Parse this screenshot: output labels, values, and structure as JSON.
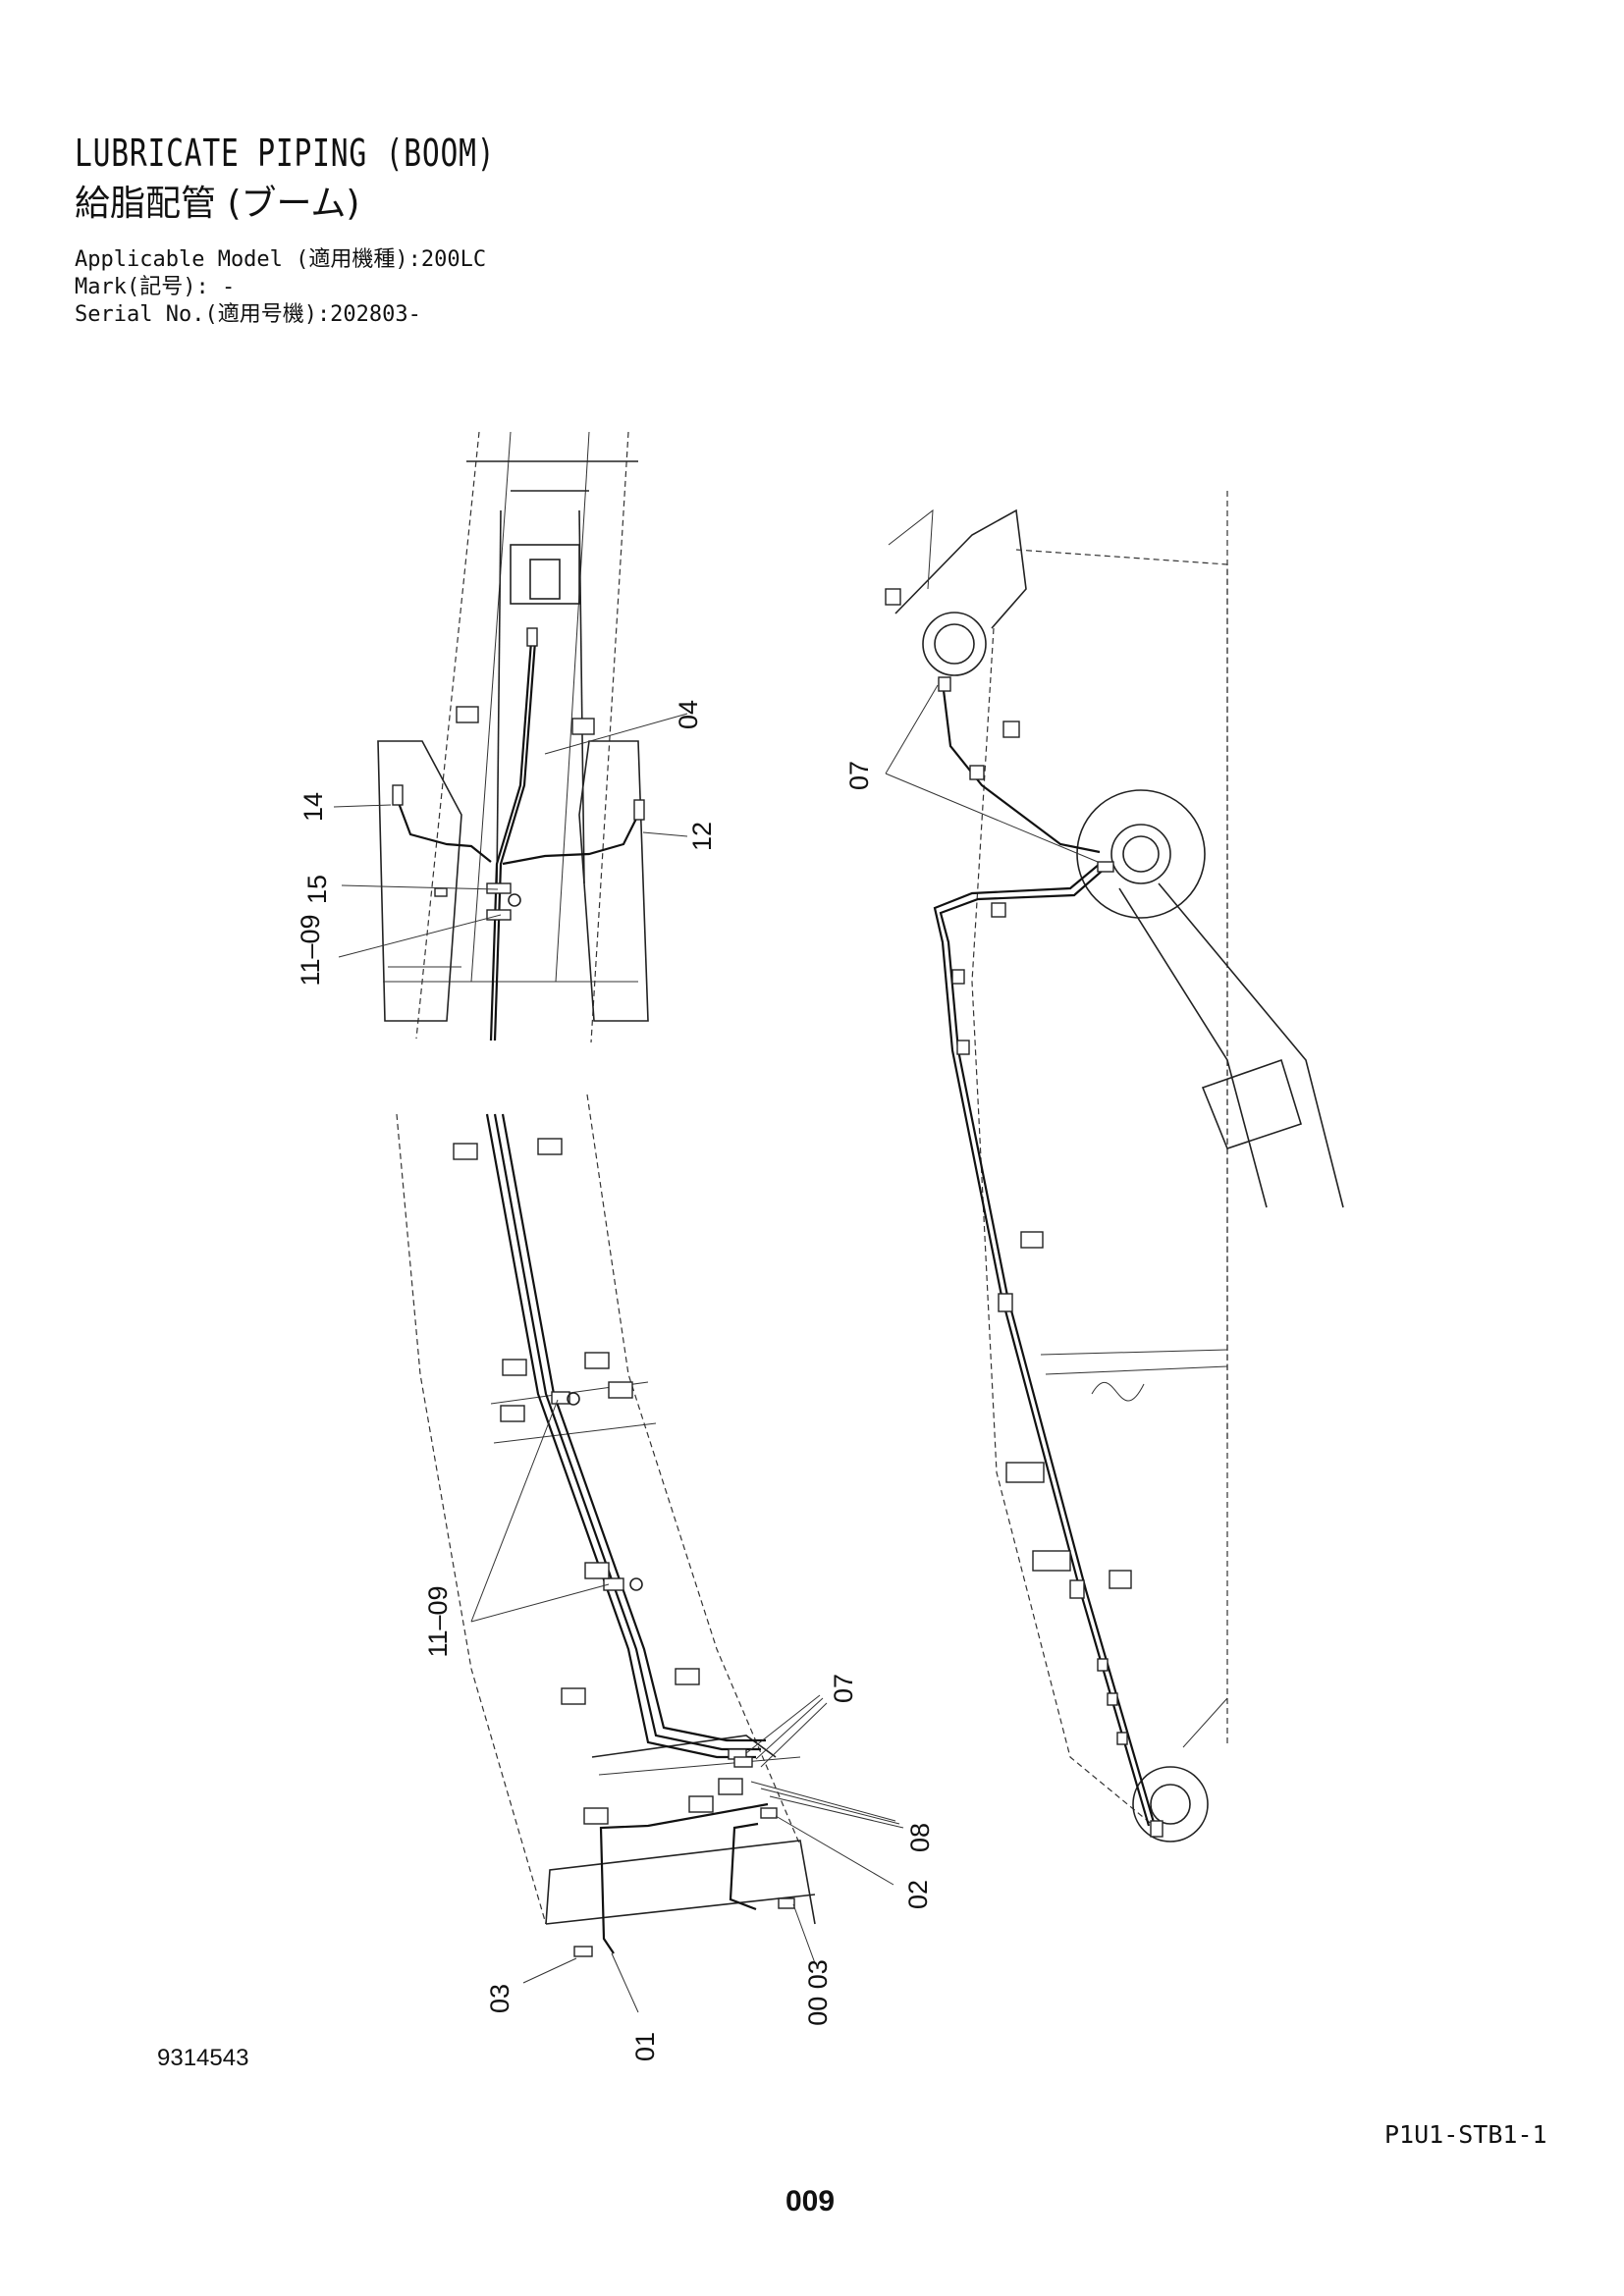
{
  "header": {
    "title_en": "LUBRICATE PIPING (BOOM)",
    "title_jp": "給脂配管 (ブーム)",
    "applicable_model": "Applicable Model (適用機種):200LC",
    "mark": "Mark(記号): -",
    "serial_no": "Serial No.(適用号機):202803-"
  },
  "callouts": {
    "c04": "04",
    "c14": "14",
    "c12": "12",
    "c15": "15",
    "c11_09_a": "11–09",
    "c07_a": "07",
    "c11_09_b": "11–09",
    "c07_b": "07",
    "c08": "08",
    "c02": "02",
    "c03_a": "03",
    "c01": "01",
    "c00_03": "00 03"
  },
  "footer": {
    "drawing_no": "9314543",
    "sheet_code": "P1U1-STB1-1",
    "page_no": "009"
  }
}
